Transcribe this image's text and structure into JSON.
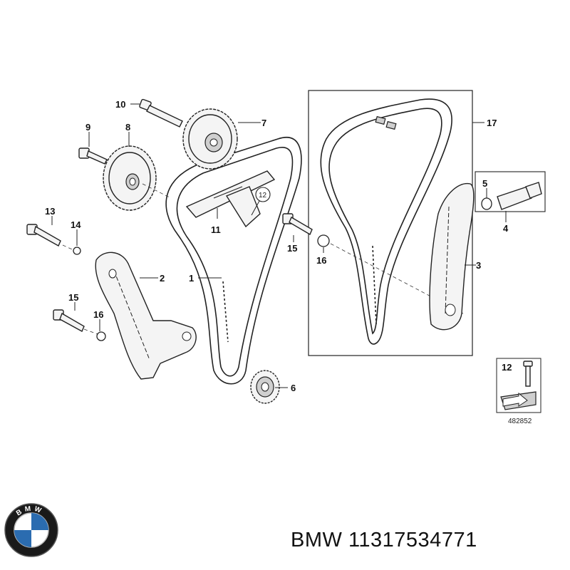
{
  "diagram": {
    "labels": {
      "l1": "1",
      "l2": "2",
      "l3": "3",
      "l4": "4",
      "l5": "5",
      "l6": "6",
      "l7": "7",
      "l8": "8",
      "l9": "9",
      "l10": "10",
      "l11": "11",
      "l12": "12",
      "l13": "13",
      "l14": "14",
      "l15a": "15",
      "l15b": "15",
      "l16a": "16",
      "l16b": "16",
      "l17": "17",
      "legend12": "12"
    },
    "drawing_number": "482852"
  },
  "footer": {
    "brand": "BMW",
    "part_number": "11317534771",
    "logo_letters": "BMW"
  }
}
